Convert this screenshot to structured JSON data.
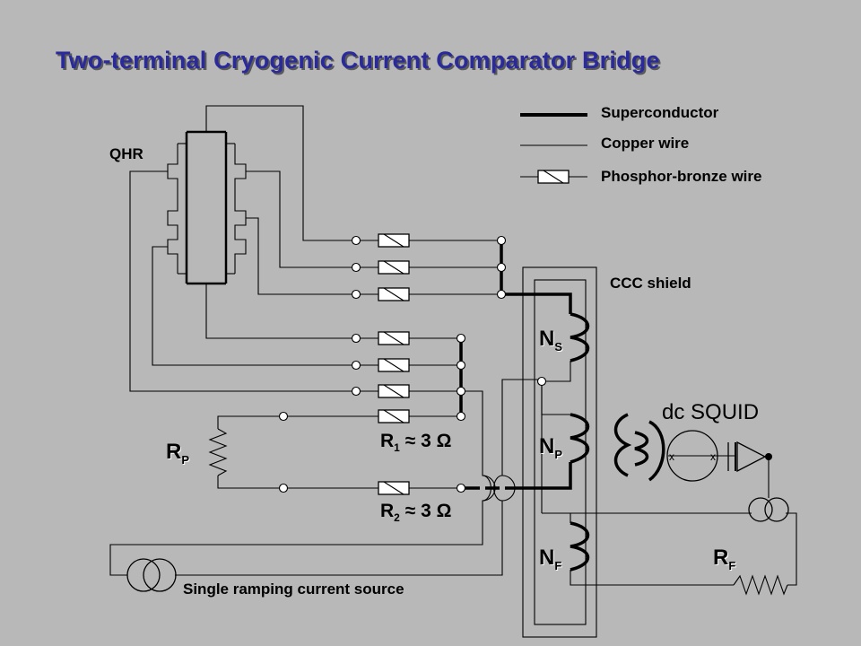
{
  "title": "Two-terminal Cryogenic Current Comparator Bridge",
  "legend": {
    "superconductor": "Superconductor",
    "copper": "Copper wire",
    "phosphor_bronze": "Phosphor-bronze wire"
  },
  "labels": {
    "qhr": "QHR",
    "ccc_shield": "CCC shield",
    "dc_squid": "dc SQUID",
    "source": "Single ramping current source",
    "rp": "R",
    "rp_sub": "P",
    "rf": "R",
    "rf_sub": "F",
    "ns": "N",
    "ns_sub": "S",
    "np": "N",
    "np_sub": "P",
    "nf": "N",
    "nf_sub": "F",
    "r1": "R",
    "r1_sub": "1",
    "r1_value": "≈ 3  Ω",
    "r2": "R",
    "r2_sub": "2",
    "r2_value": "≈ 3  Ω"
  },
  "colors": {
    "background": "#b8b8b8",
    "title": "#2a2a9a",
    "wire": "#000000"
  }
}
